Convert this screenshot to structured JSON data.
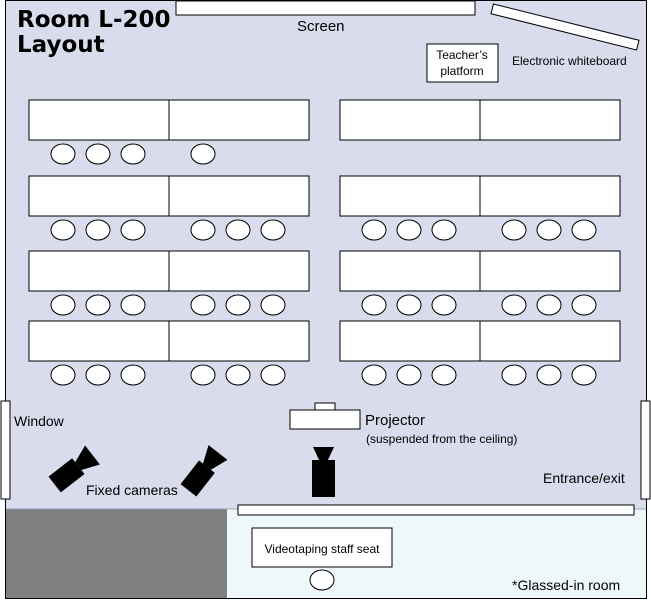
{
  "title": {
    "line1": "Room L-200",
    "line2": "Layout"
  },
  "labels": {
    "screen": "Screen",
    "teacher_platform_line1": "Teacher’s",
    "teacher_platform_line2": "platform",
    "electronic_whiteboard": "Electronic whiteboard",
    "window": "Window",
    "projector": "Projector",
    "projector_note": "(suspended from the ceiling)",
    "fixed_cameras": "Fixed cameras",
    "entrance_exit": "Entrance/exit",
    "videotaping_staff_seat": "Videotaping staff seat",
    "glassed_in_room": "*Glassed-in room"
  },
  "colors": {
    "room_floor": "#d9dcec",
    "glassed_room": "#eef8fb",
    "dark_area": "#7f7f7f",
    "fixtures": "#000000"
  },
  "layout_summary": {
    "table_rows": 4,
    "left_block_tables_per_row": 2,
    "right_block_tables_per_row": 2,
    "seats_under_each_table": 3,
    "front_row_left_seat_counts": [
      3,
      1
    ],
    "front_row_right_seat_counts": [
      0,
      0
    ]
  }
}
